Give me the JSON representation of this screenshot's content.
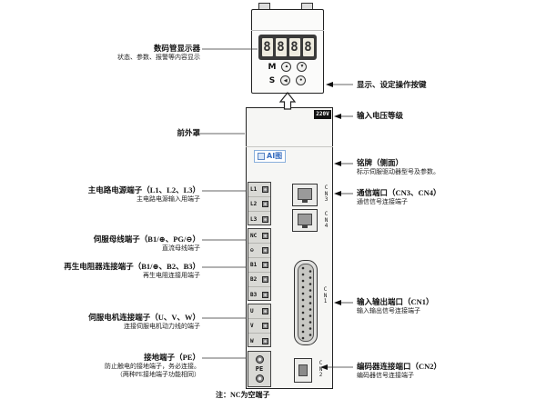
{
  "figure": {
    "note": "注：NC为空端子"
  },
  "panel": {
    "voltage": "220V",
    "watermark": "AI图",
    "display_digits": [
      "8",
      "8",
      "8",
      "8"
    ],
    "keys": {
      "m": "M",
      "up": "▲",
      "down": "▼",
      "s": "S",
      "shift": "◀",
      "enter": "●"
    },
    "terminals": [
      "L1",
      "L2",
      "L3",
      "NC",
      "⊖",
      "B1",
      "B2",
      "B3",
      "U",
      "V",
      "W"
    ],
    "pe": "PE",
    "connectors": {
      "cn3": "CN3",
      "cn4": "CN4",
      "cn1": "CN1",
      "cn2": "CN2"
    }
  },
  "left_labels": [
    {
      "title": "数码管显示器",
      "desc": "状态、参数、报警等内容显示"
    },
    {
      "title": "前外罩",
      "desc": ""
    },
    {
      "title": "主电路电源端子（L1、L2、L3）",
      "desc": "主电路电源输入用端子"
    },
    {
      "title": "伺服母线端子（B1/⊕、PG/⊖）",
      "desc": "直流母线端子"
    },
    {
      "title": "再生电阻器连接端子（B1/⊕、B2、B3）",
      "desc": "再生电阻连接用端子"
    },
    {
      "title": "伺服电机连接端子（U、V、W）",
      "desc": "连接伺服电机动力线的端子"
    },
    {
      "title": "接地端子（PE）",
      "desc": "防止触电的接地端子，务必连接。",
      "desc2": "（两种PE接地端子功能相同）"
    }
  ],
  "right_labels": [
    {
      "title": "显示、设定操作按键",
      "desc": ""
    },
    {
      "title": "输入电压等级",
      "desc": ""
    },
    {
      "title": "铭牌（侧面）",
      "desc": "标示伺服驱动器型号及参数。"
    },
    {
      "title": "通信端口（CN3、CN4）",
      "desc": "通信信号连接端子"
    },
    {
      "title": "输入输出端口（CN1）",
      "desc": "输入输出信号连接端子"
    },
    {
      "title": "编码器连接端口（CN2）",
      "desc": "编码器信号连接端子"
    }
  ]
}
